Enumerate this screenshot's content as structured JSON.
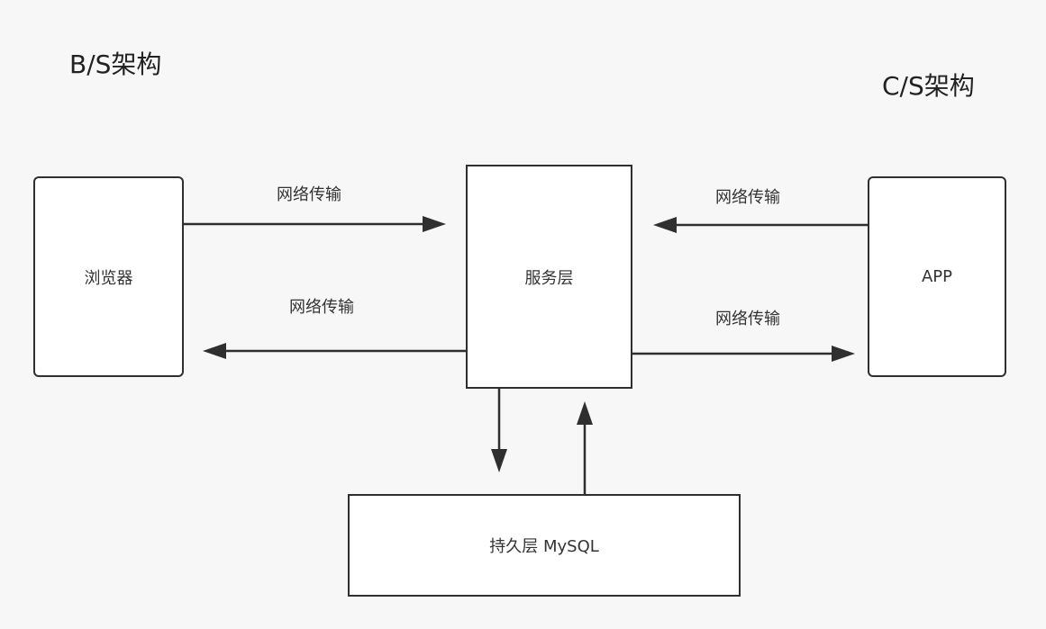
{
  "headings": {
    "bs": "B/S架构",
    "cs": "C/S架构"
  },
  "nodes": {
    "browser": "浏览器",
    "service": "服务层",
    "app": "APP",
    "persistence": "持久层 MySQL"
  },
  "edges": {
    "browser_to_service": "网络传输",
    "service_to_browser": "网络传输",
    "app_to_service": "网络传输",
    "service_to_app": "网络传输"
  },
  "colors": {
    "line": "#2f2f2f",
    "background": "#f7f7f7",
    "box_fill": "#ffffff"
  }
}
